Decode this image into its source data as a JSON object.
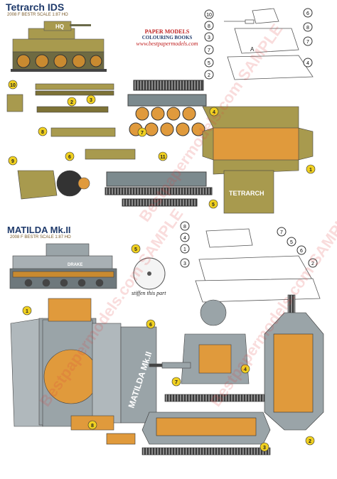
{
  "titles": {
    "tetrarch": "Tetrarch IDS",
    "tetrarch_sub": "2008 F BESTR    SCALE 1:87 HO",
    "matilda": "MATILDA Mk.II",
    "matilda_sub": "2008 F BESTR    SCALE 1:87 HO"
  },
  "publisher": {
    "line1": "PAPER MODELS",
    "line2": "COLOURING BOOKS",
    "url": "www.bestpapermodels.com"
  },
  "labels": {
    "hq": "HQ",
    "tetrarch_plate": "TETRARCH",
    "matilda_side": "MATILDA Mk.II",
    "drake": "DRAKE",
    "stiffen": "stiffen this part",
    "arrow_a": "A"
  },
  "watermark": "Bestpapermodels.com   SAMPLE",
  "part_numbers": [
    "1",
    "2",
    "3",
    "4",
    "5",
    "6",
    "7",
    "8",
    "9",
    "10",
    "11"
  ],
  "colors": {
    "tan": "#a89a4e",
    "tan_dark": "#7d7236",
    "orange": "#e09a3c",
    "grey": "#9aa4a8",
    "grey_dark": "#6e787c",
    "badge_yellow": "#f0d020",
    "title_blue": "#1f3a6b"
  }
}
